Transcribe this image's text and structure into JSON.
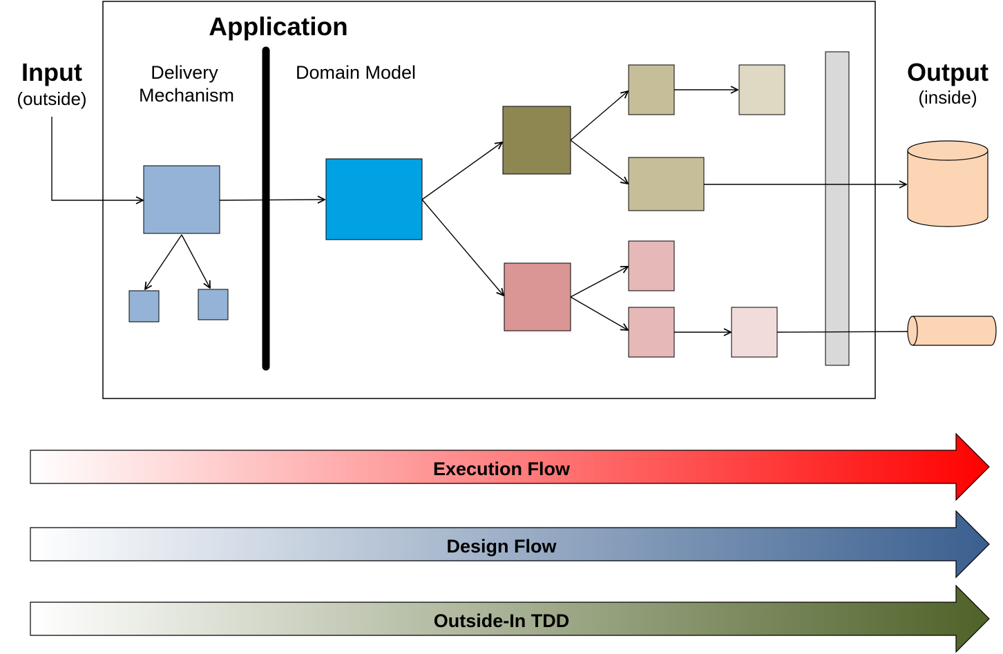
{
  "application": {
    "title": "Application"
  },
  "input": {
    "title": "Input",
    "subtitle": "(outside)"
  },
  "output": {
    "title": "Output",
    "subtitle": "(inside)"
  },
  "layers": {
    "delivery_line1": "Delivery",
    "delivery_line2": "Mechanism",
    "domain": "Domain Model"
  },
  "colors": {
    "delivery_box": "#95b3d7",
    "domain_entry_box": "#00a2e3",
    "olive_box": "#8e8752",
    "olive_light_box": "#c5be98",
    "olive_pale_box": "#dfd9c3",
    "rose_box": "#da9694",
    "rose_light_box": "#e6b8b7",
    "rose_pale_box": "#f2dcdb",
    "boundary_bar": "#d9d9d9",
    "storage": "#fcd5b5"
  },
  "flows": [
    {
      "label": "Execution Flow",
      "color_start": "#ffffff",
      "color_end": "#ff0000"
    },
    {
      "label": "Design Flow",
      "color_start": "#ffffff",
      "color_end": "#3a5f8f"
    },
    {
      "label": "Outside-In TDD",
      "color_start": "#ffffff",
      "color_end": "#4f6228"
    }
  ]
}
